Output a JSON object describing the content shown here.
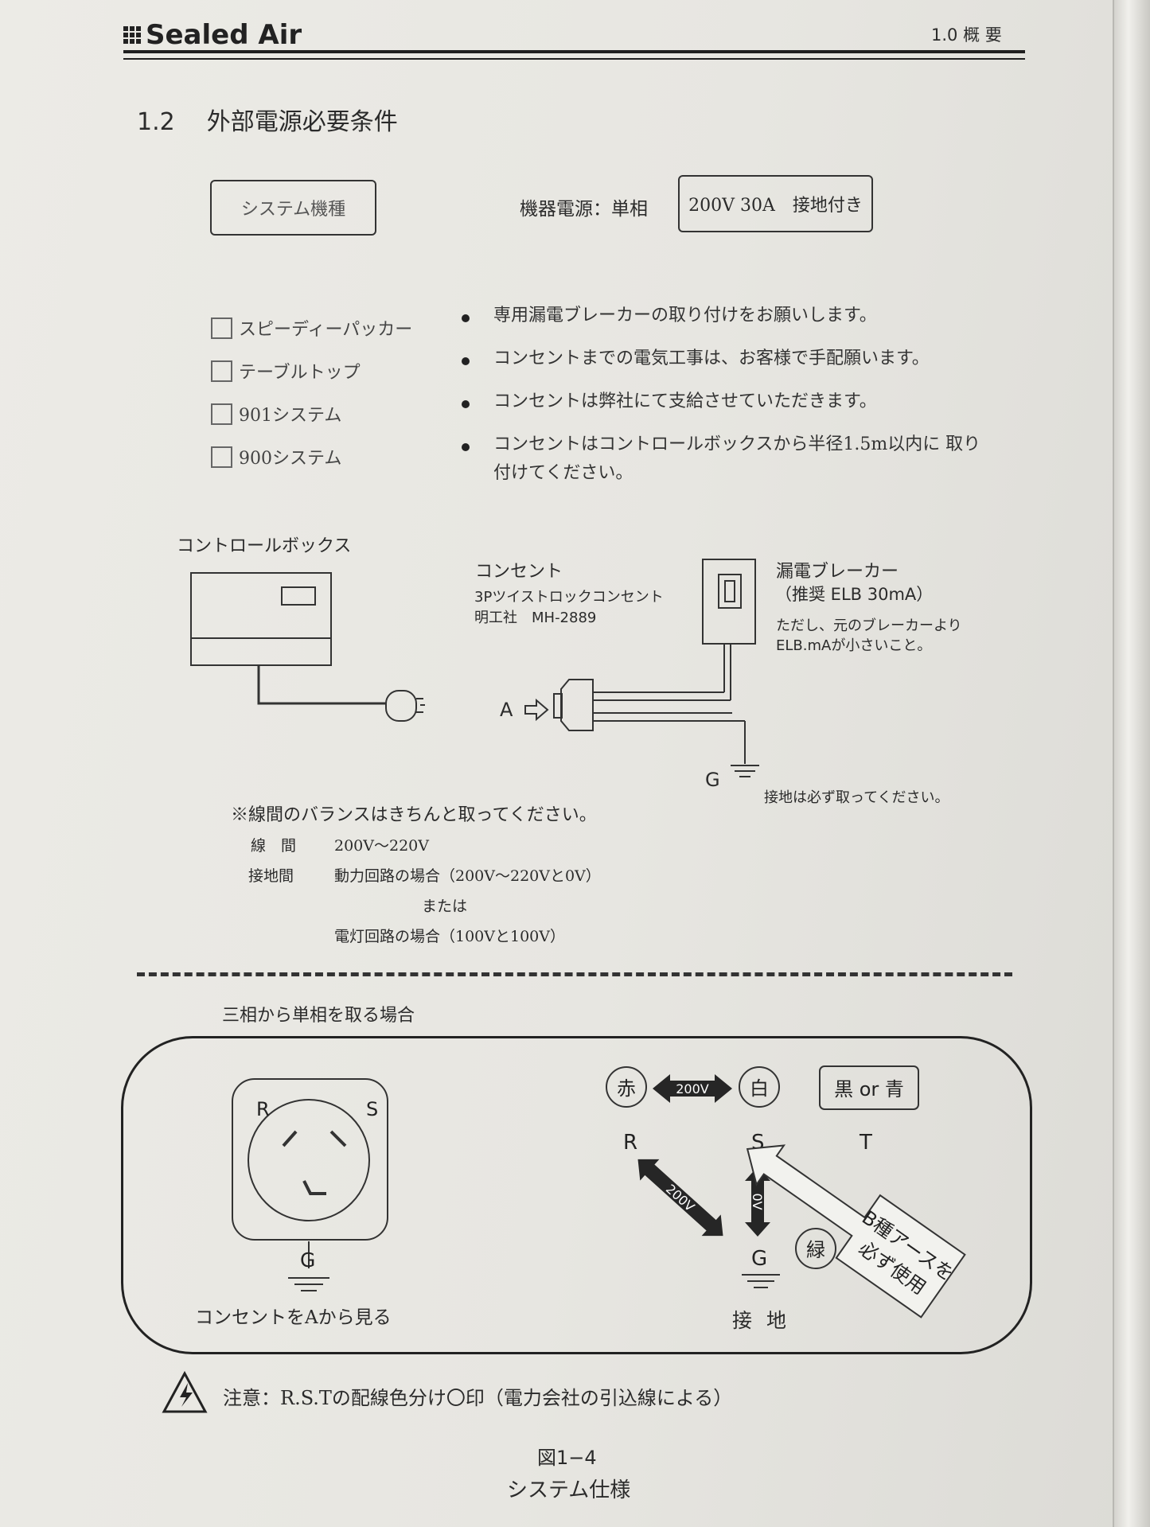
{
  "header": {
    "brand": "Sealed Air",
    "section_ref": "1.0 概 要"
  },
  "section": {
    "number": "1.2",
    "title": "外部電源必要条件"
  },
  "system_box": "システム機種",
  "power": {
    "label": "機器電源：単相",
    "spec": "200V 30A　接地付き"
  },
  "systems": [
    "スピーディーパッカー",
    "テーブルトップ",
    "901システム",
    "900システム"
  ],
  "notes": [
    "専用漏電ブレーカーの取り付けをお願いします。",
    "コンセントまでの電気工事は、お客様で手配願います。",
    "コンセントは弊社にて支給させていただきます。",
    "コンセントはコントロールボックスから半径1.5m以内に 取り付けてください。"
  ],
  "wiring": {
    "control_box": "コントロールボックス",
    "outlet_title": "コンセント",
    "outlet_type": "3Pツイストロックコンセント",
    "outlet_maker": "明工社　MH-2889",
    "breaker_title": "漏電ブレーカー",
    "breaker_rec": "（推奨 ELB 30mA）",
    "breaker_note_1": "ただし、元のブレーカーより",
    "breaker_note_2": "ELB.mAが小さいこと。",
    "label_a": "A",
    "label_g": "G",
    "ground_note": "接地は必ず取ってください。"
  },
  "balance": {
    "heading": "※線間のバランスはきちんと取ってください。",
    "line_label": "線　間",
    "line_value": "200V～220V",
    "ground_label": "接地間",
    "ground_value_1": "動力回路の場合（200V～220Vと0V）",
    "or": "または",
    "ground_value_2": "電灯回路の場合（100Vと100V）"
  },
  "three_phase": {
    "heading": "三相から単相を取る場合",
    "outlet_r": "R",
    "outlet_s": "S",
    "outlet_g": "G",
    "outlet_caption": "コンセントをAから見る",
    "color_red": "赤",
    "color_white": "白",
    "color_black_blue": "黒 or 青",
    "color_green": "緑",
    "v_top": "200V",
    "v_diag": "200V",
    "v_zero": "0V",
    "r": "R",
    "s": "S",
    "t": "T",
    "g": "G",
    "b_earth_1": "B種アースを",
    "b_earth_2": "必ず使用",
    "earth_caption": "接地"
  },
  "warning": "注意：R.S.Tの配線色分け〇印（電力会社の引込線による）",
  "figure": {
    "number": "図1−4",
    "title": "システム仕様"
  }
}
